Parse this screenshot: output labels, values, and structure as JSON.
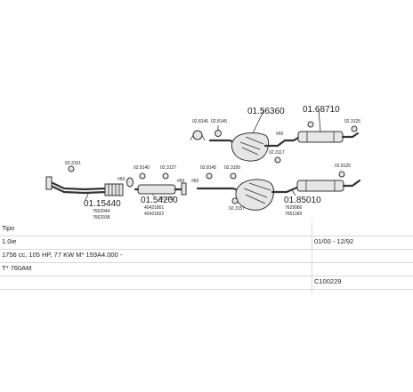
{
  "parts": {
    "p1": "01.56360",
    "p2": "01.68710",
    "p3": "01.15440",
    "p4": "01.54200",
    "p5": "01.85010",
    "s_a": "02.8145",
    "s_b": "02.8145",
    "s_c": "02.3125",
    "s_d": "02.3117",
    "s_e": "02.3151",
    "s_f": "02.8140",
    "s_g": "02.3127",
    "s_h": "02.8145",
    "s_i": "02.3150",
    "s_j": "02.3157",
    "s_k": "02.3157",
    "s_l": "02.8125",
    "m1": "#60",
    "m2": "#60",
    "m3": "#60",
    "m4": "#60",
    "r1": "7662944",
    "r2": "7662938",
    "r3": "40421801",
    "r4": "40421822",
    "r5": "7629980",
    "r6": "7651189"
  },
  "info": {
    "model": "Tipo",
    "engine": "1.0ie",
    "period": "01/00 - 12/92",
    "spec": "1756 cc, 105 HP, 77 KW M* 159A4.000 -",
    "code": "T* 760AM",
    "ref": "C100229"
  }
}
